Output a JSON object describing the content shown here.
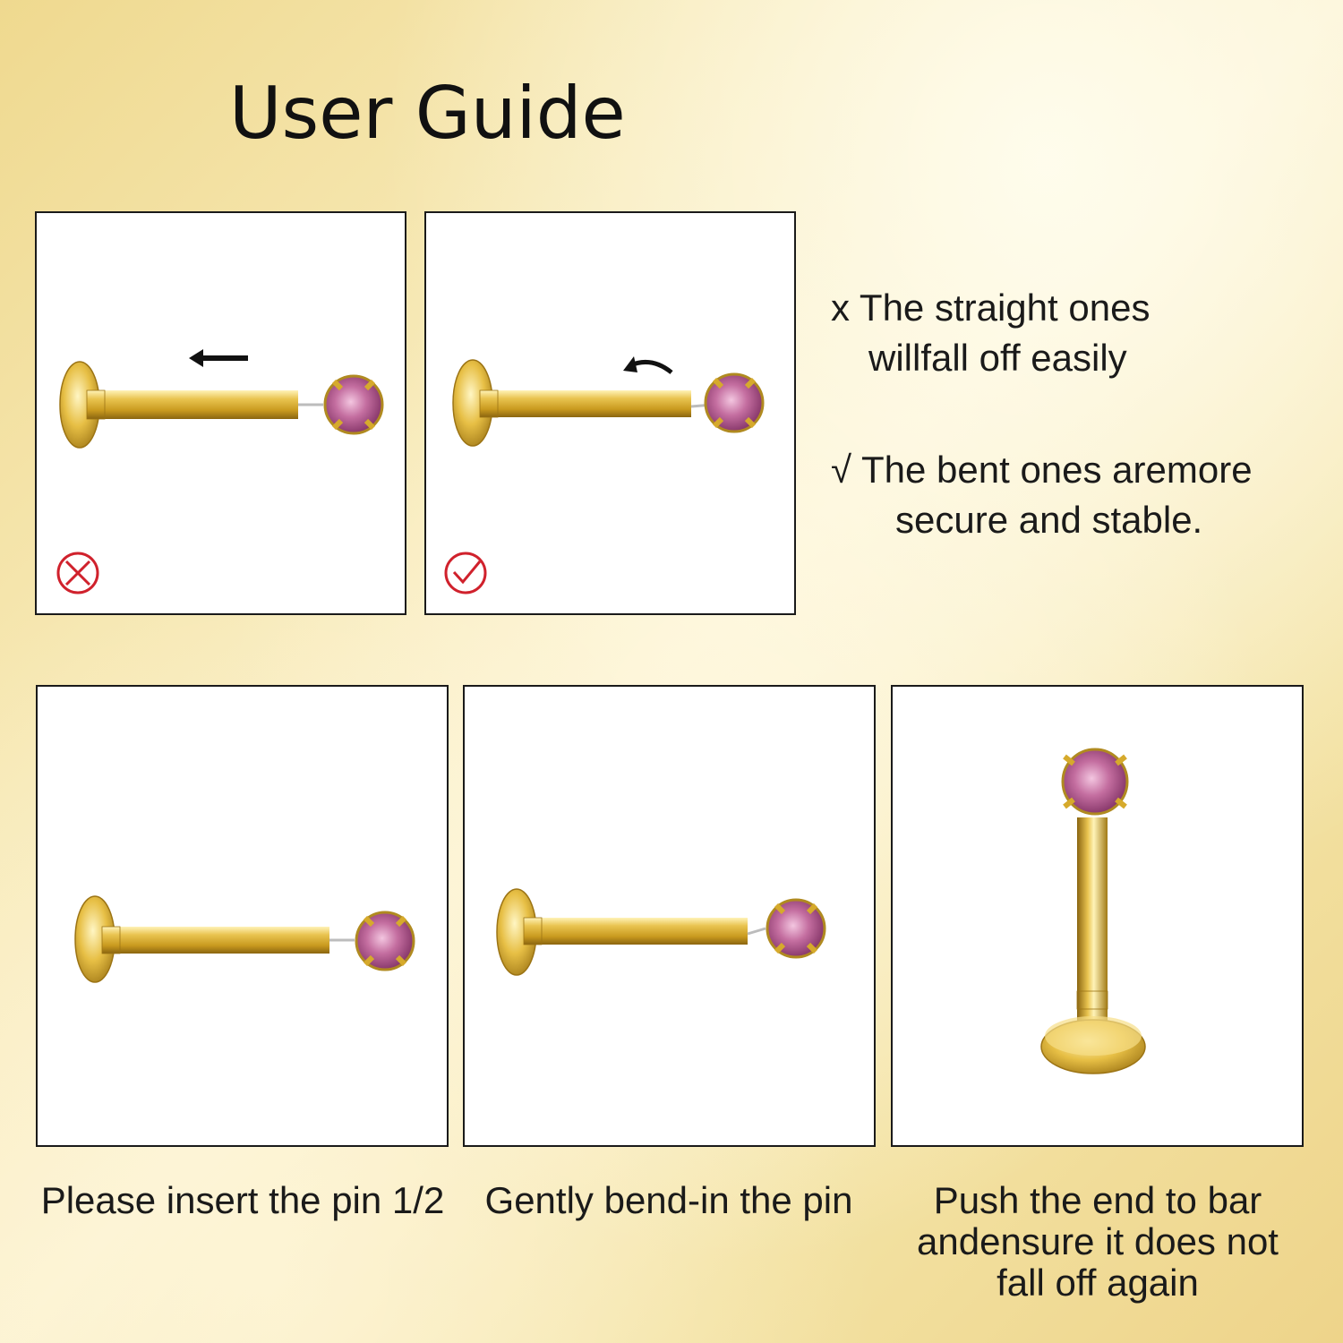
{
  "title": "User Guide",
  "notes": {
    "wrong_mark": "x",
    "wrong_line1": "The straight ones",
    "wrong_line2": "willfall off easily",
    "right_mark": "√",
    "right_line1": "The bent ones aremore",
    "right_line2": "secure and stable."
  },
  "steps": [
    {
      "caption": "Please insert the pin 1/2"
    },
    {
      "caption": "Gently bend-in the pin"
    },
    {
      "caption_line1": "Push the end to bar",
      "caption_line2": "andensure it does not",
      "caption_line3": "fall off again"
    }
  ],
  "colors": {
    "gold": "#e2b93b",
    "gem": "#c46ea0",
    "status_red": "#d0212c"
  },
  "icons": {
    "wrong": "cross-circle-icon",
    "right": "check-circle-icon",
    "push": "arrow-left-icon",
    "bend": "curved-arrow-icon"
  }
}
